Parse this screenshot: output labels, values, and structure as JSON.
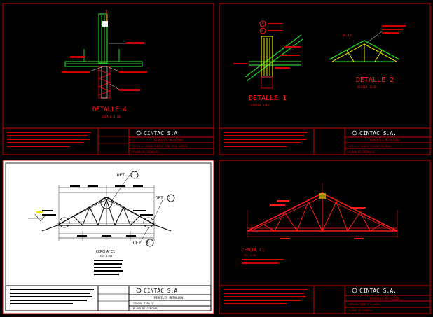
{
  "sheets": [
    {
      "company": "CINTAC S.A.",
      "detail_titles": [
        "DETALLE 4"
      ],
      "detail_sub": [
        "ESCALA 1:10"
      ],
      "tb_row1": "PERFILES METALCON",
      "tb_row2": "DETALLE UNION PUNTAL CON VIGA MADERA",
      "tb_row3": "PLANO DE DETALLES"
    },
    {
      "company": "CINTAC S.A.",
      "detail_titles": [
        "DETALLE 1",
        "DETALLE 2"
      ],
      "detail_sub": [
        "ESCALA 1:10",
        "ESCALA 1:20"
      ],
      "tb_row1": "PERFILES METALCON",
      "tb_row2": "DETALLE APOYO CERCHA EN MURO",
      "tb_row3": "PLANO DE DETALLES"
    },
    {
      "company": "CINTAC S.A.",
      "detail_titles": [
        "CERCHA C1"
      ],
      "detail_sub": [
        "ESC 1:50"
      ],
      "tb_row1": "PERFILES METALCON",
      "tb_row2": "CERCHA TIPO 1",
      "tb_row3": "PLANO DE CERCHAS"
    },
    {
      "company": "CINTAC S.A.",
      "detail_titles": [
        "CERCHA C1"
      ],
      "detail_sub": [
        "ESC 1:50"
      ],
      "tb_row1": "PERFILES METALCON",
      "tb_row2": "CERCHA TIPO 1 PLANTA",
      "tb_row3": "PLANO DE CERCHAS"
    }
  ],
  "callouts": {
    "det1": "DET. 1",
    "det2": "DET. 2",
    "det3": "DET. 3",
    "circle_a": "A",
    "circle_b": "B",
    "slope": "8.1%"
  },
  "colors": {
    "frame": "#cc0000",
    "green": "#22cc22",
    "yellow": "#e8e800",
    "red": "#ff1a1a",
    "white": "#ffffff"
  }
}
